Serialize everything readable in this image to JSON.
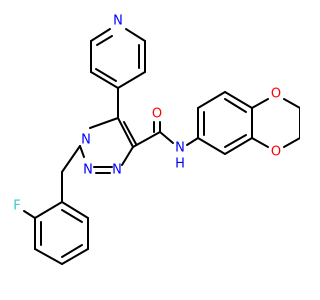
{
  "molecule": {
    "atoms": [
      {
        "id": "n_pyr",
        "symbol": "N",
        "color": "#0000ff"
      },
      {
        "id": "n1",
        "symbol": "N",
        "color": "#0000ff"
      },
      {
        "id": "n2",
        "symbol": "N",
        "color": "#0000ff"
      },
      {
        "id": "n3",
        "symbol": "N",
        "color": "#0000ff"
      },
      {
        "id": "o_amide",
        "symbol": "O",
        "color": "#ff0000"
      },
      {
        "id": "nh",
        "symbol": "N",
        "sub": "H",
        "color": "#0000ff"
      },
      {
        "id": "o_ring1",
        "symbol": "O",
        "color": "#ff0000"
      },
      {
        "id": "o_ring2",
        "symbol": "O",
        "color": "#ff0000"
      },
      {
        "id": "f",
        "symbol": "F",
        "color": "#33cccc"
      }
    ],
    "bond_color": "#000000"
  }
}
